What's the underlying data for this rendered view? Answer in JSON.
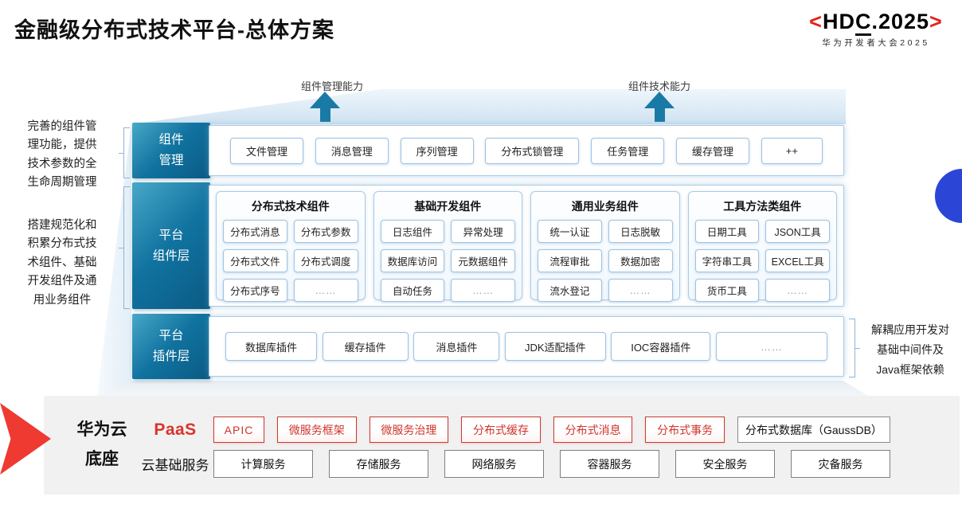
{
  "slide": {
    "title": "金融级分布式技术平台-总体方案",
    "logo": {
      "left_bracket": "<",
      "hd": "HD",
      "c": "C",
      "rest": ".2025",
      "right_bracket": ">",
      "subtitle": "华为开发者大会2025"
    },
    "capability_arrows": [
      {
        "label": "组件管理能力"
      },
      {
        "label": "组件技术能力"
      }
    ],
    "left_notes": [
      "完善的组件管\n理功能，提供\n技术参数的全\n生命周期管理",
      "搭建规范化和\n积累分布式技\n术组件、基础\n开发组件及通\n用业务组件"
    ],
    "right_note": "解耦应用开发对\n基础中间件及\nJava框架依赖",
    "layers": {
      "component_mgmt": {
        "label": "组件\n管理",
        "items": [
          "文件管理",
          "消息管理",
          "序列管理",
          "分布式锁管理",
          "任务管理",
          "缓存管理",
          "++"
        ]
      },
      "platform_components": {
        "label": "平台\n组件层",
        "groups": [
          {
            "title": "分布式技术组件",
            "items": [
              "分布式消息",
              "分布式参数",
              "分布式文件",
              "分布式调度",
              "分布式序号",
              "……"
            ]
          },
          {
            "title": "基础开发组件",
            "items": [
              "日志组件",
              "异常处理",
              "数据库访问",
              "元数据组件",
              "自动任务",
              "……"
            ]
          },
          {
            "title": "通用业务组件",
            "items": [
              "统一认证",
              "日志脱敏",
              "流程审批",
              "数据加密",
              "流水登记",
              "……"
            ]
          },
          {
            "title": "工具方法类组件",
            "items": [
              "日期工具",
              "JSON工具",
              "字符串工具",
              "EXCEL工具",
              "货币工具",
              "……"
            ]
          }
        ]
      },
      "platform_plugins": {
        "label": "平台\n插件层",
        "items": [
          "数据库插件",
          "缓存插件",
          "消息插件",
          "JDK适配插件",
          "IOC容器插件",
          "……"
        ]
      }
    },
    "foundation": {
      "label": "华为云\n底座",
      "paas_label": "PaaS",
      "paas_items": [
        "APIC",
        "微服务框架",
        "微服务治理",
        "分布式缓存",
        "分布式消息",
        "分布式事务"
      ],
      "paas_db": "分布式数据库（GaussDB）",
      "iaas_label": "云基础服务",
      "iaas_items": [
        "计算服务",
        "存储服务",
        "网络服务",
        "容器服务",
        "安全服务",
        "灾备服务"
      ]
    },
    "colors": {
      "layer_label_teal": "#0f6d99",
      "arrow_teal": "#1a7aa6",
      "accent_red": "#d9352b",
      "blue_dot": "#2b46d6",
      "panel_border": "#a9cbe6",
      "foundation_bg": "#f1f1f2"
    }
  }
}
